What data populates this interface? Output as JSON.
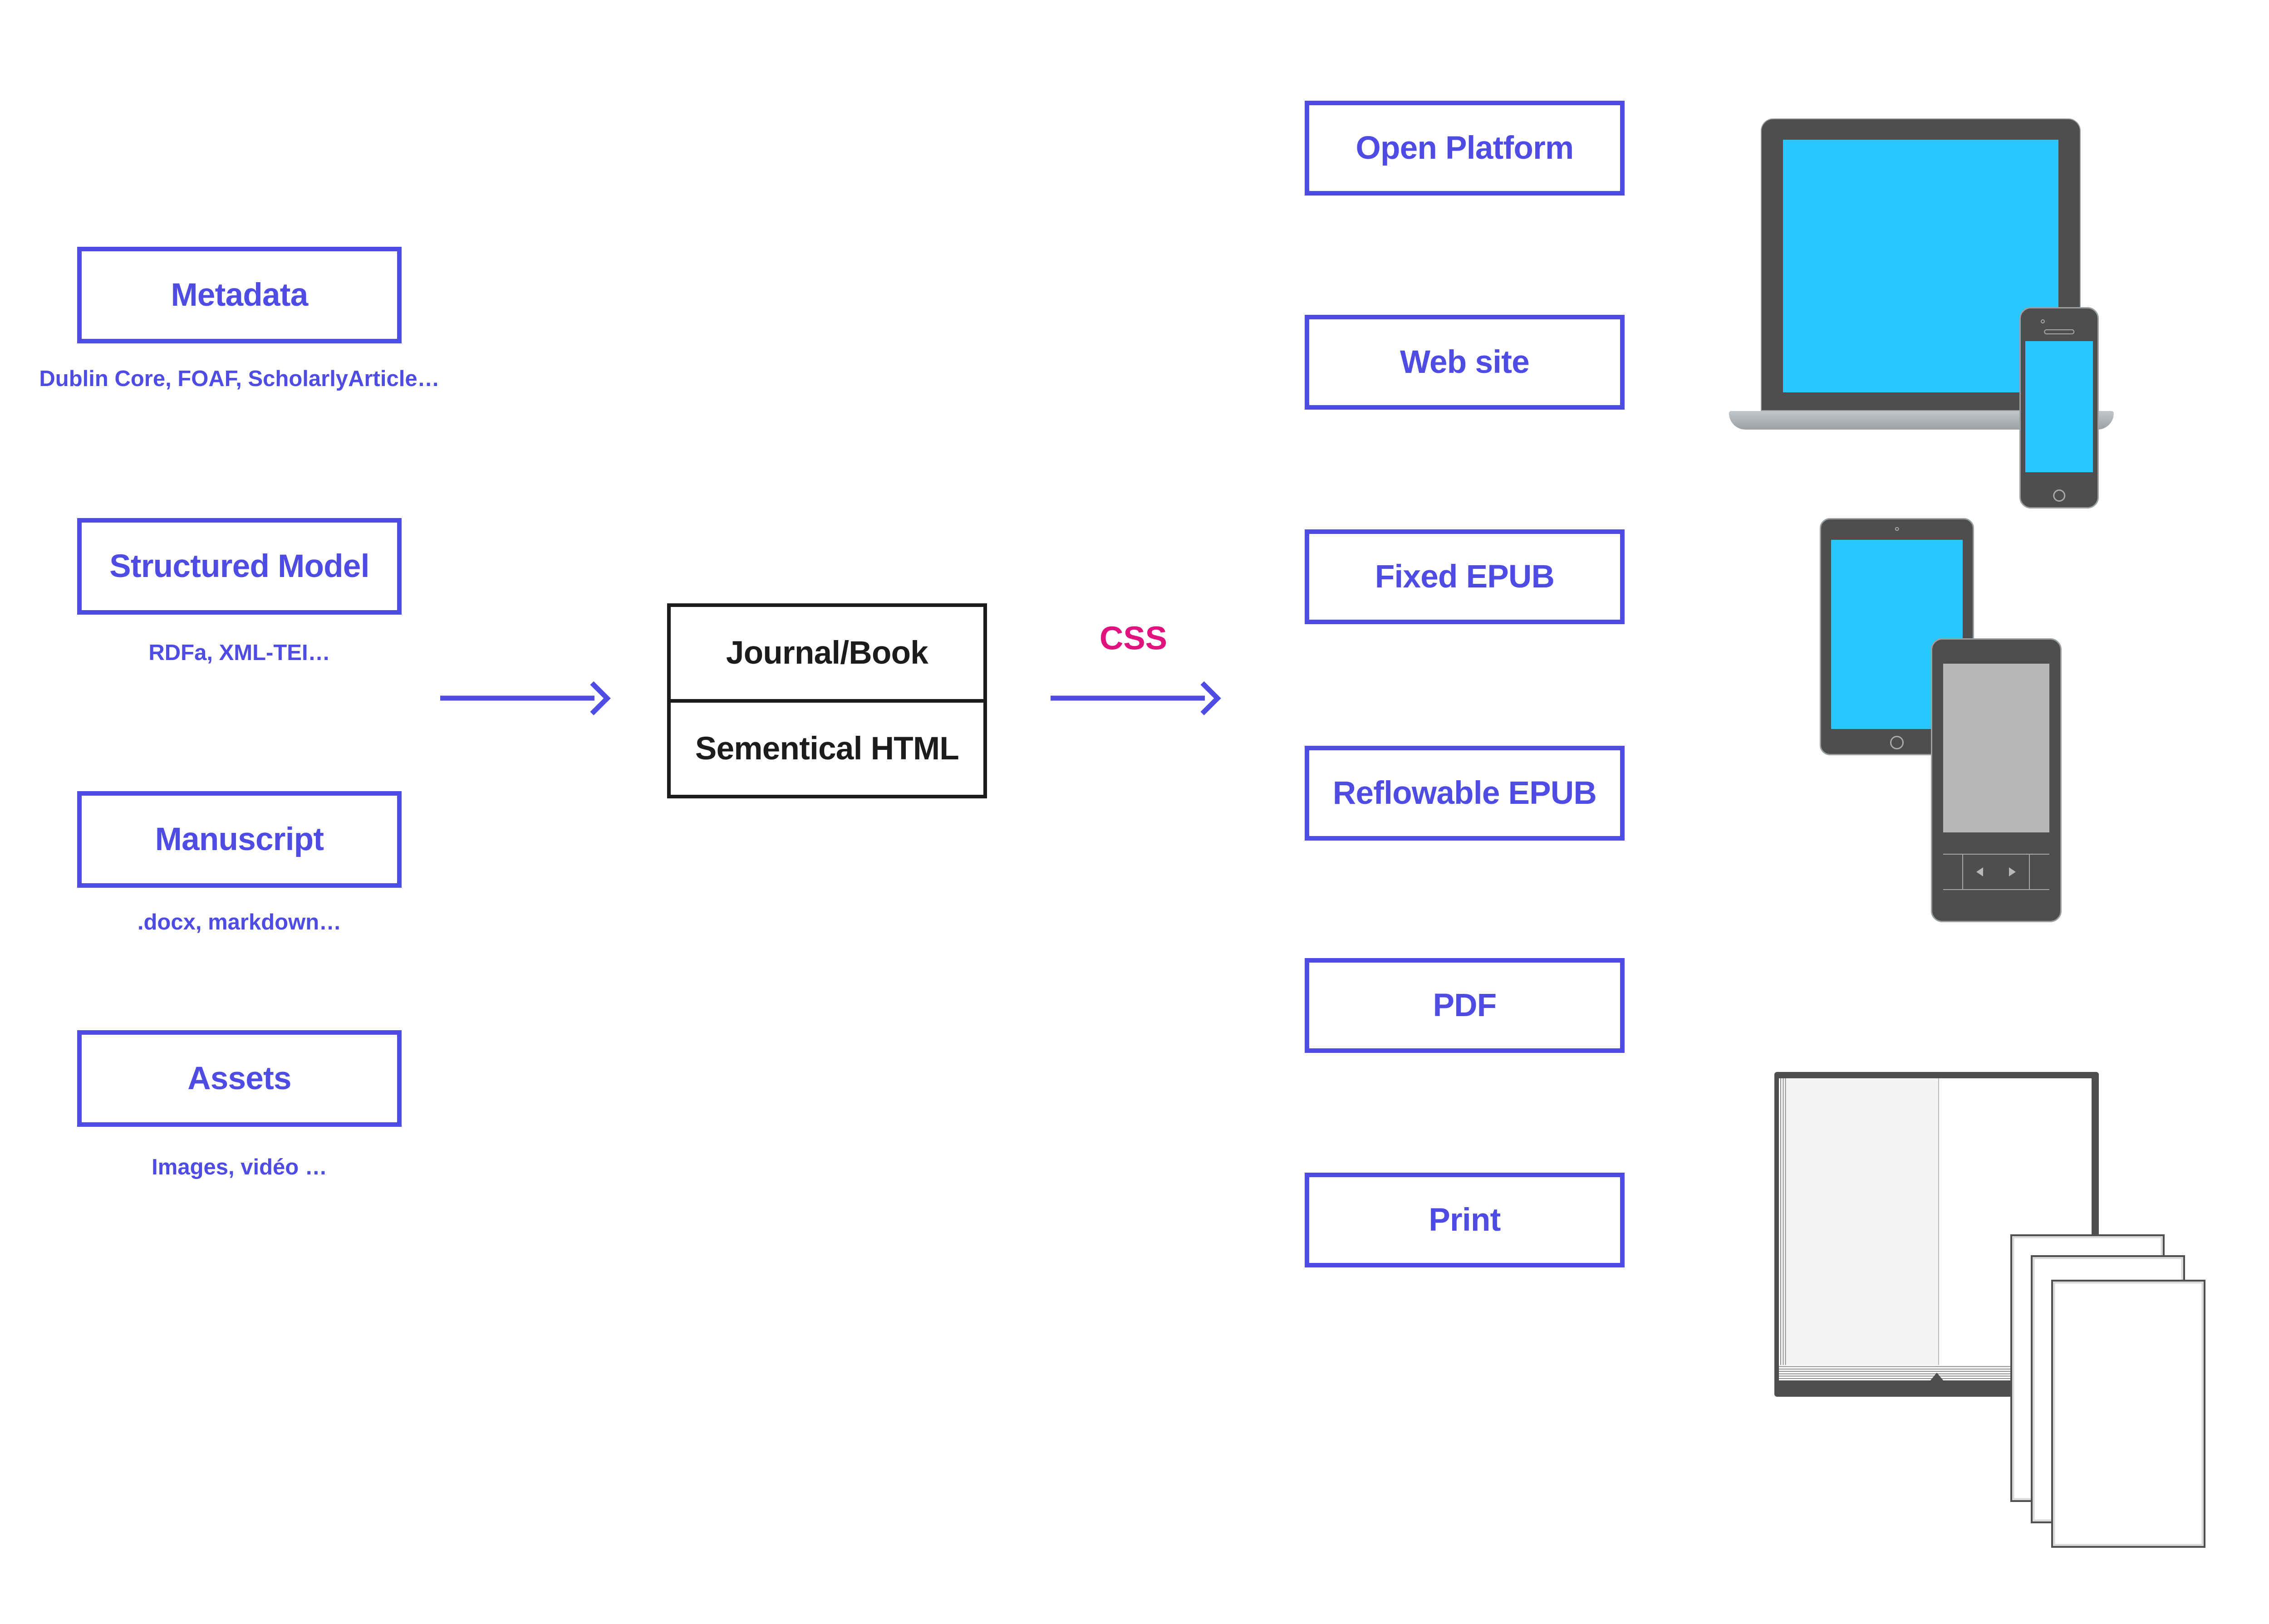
{
  "palette": {
    "blue": "#4f4ce4",
    "magenta": "#e0127d",
    "ink": "#1c1c1c",
    "device": "#4e4e4e",
    "device_edge": "#9aa0a3",
    "cyan": "#29c6fe",
    "silver": "#aeb3b6",
    "ereader_screen": "#b7b7b7",
    "page_tint": "#f4f4f4"
  },
  "sources": [
    {
      "label": "Metadata",
      "caption": "Dublin Core, FOAF, ScholarlyArticle…"
    },
    {
      "label": "Structured Model",
      "caption": "RDFa, XML-TEI…"
    },
    {
      "label": "Manuscript",
      "caption": ".docx, markdown…"
    },
    {
      "label": "Assets",
      "caption": "Images, vidéo …"
    }
  ],
  "pivot": {
    "line1": "Journal/Book",
    "line2": "Sementical HTML"
  },
  "transform_label": "CSS",
  "outputs": [
    "Open Platform",
    "Web site",
    "Fixed EPUB",
    "Reflowable EPUB",
    "PDF",
    "Print"
  ],
  "illustrations": {
    "web": "laptop-with-smartphone",
    "epub": "tablet-with-ereader",
    "print": "open-book-with-paper-sheets"
  }
}
